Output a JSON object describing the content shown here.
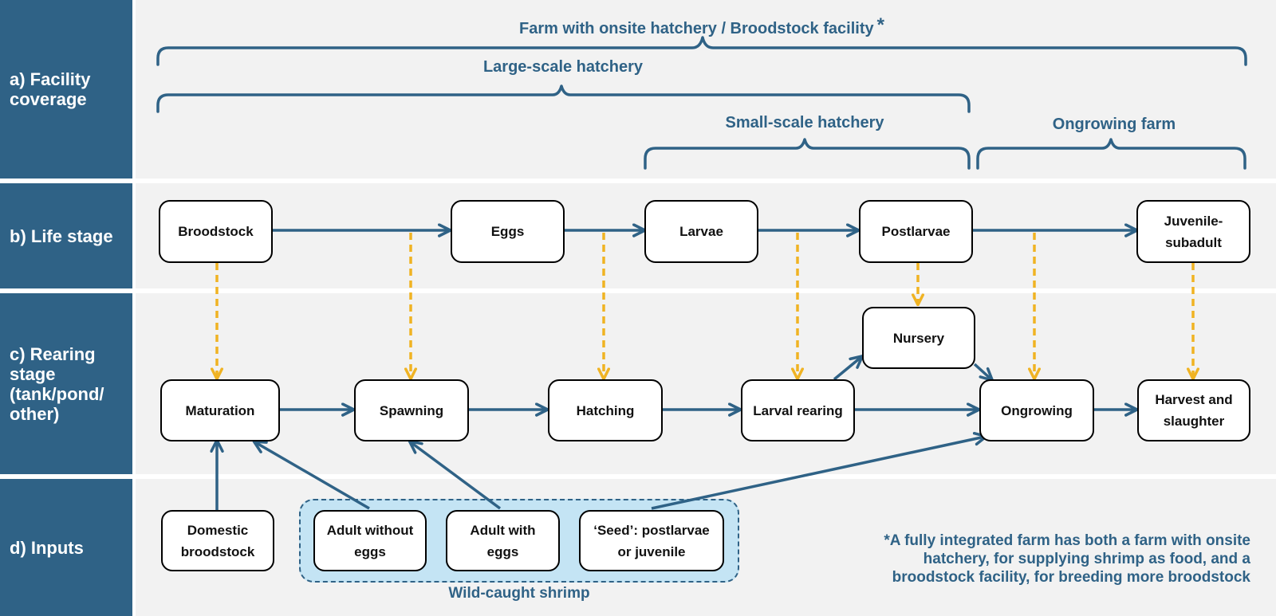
{
  "rows": {
    "facility_coverage": "a) Facility\ncoverage",
    "life_stage": "b) Life stage",
    "rearing_stage": "c) Rearing\nstage\n(tank/pond/\nother)",
    "inputs": "d) Inputs"
  },
  "coverage": {
    "farm_broodstock": "Farm with onsite hatchery / Broodstock facility",
    "farm_broodstock_asterisk": "*",
    "large_scale": "Large-scale hatchery",
    "small_scale": "Small-scale hatchery",
    "ongrowing_farm": "Ongrowing farm"
  },
  "life_stages": {
    "broodstock": "Broodstock",
    "eggs": "Eggs",
    "larvae": "Larvae",
    "postlarvae": "Postlarvae",
    "juvenile_subadult": "Juvenile-\nsubadult"
  },
  "rearing_stages": {
    "maturation": "Maturation",
    "spawning": "Spawning",
    "hatching": "Hatching",
    "larval_rearing": "Larval rearing",
    "nursery": "Nursery",
    "ongrowing": "Ongrowing",
    "harvest": "Harvest and\nslaughter"
  },
  "inputs": {
    "domestic_broodstock": "Domestic\nbroodstock",
    "adult_without_eggs": "Adult without\neggs",
    "adult_with_eggs": "Adult with\neggs",
    "seed": "‘Seed’: postlarvae\nor juvenile",
    "wild_caught_label": "Wild-caught shrimp"
  },
  "footnote": "*A fully integrated farm has both a farm with onsite hatchery, for supplying shrimp as food, and a broodstock facility, for breeding more broodstock",
  "colors": {
    "primary": "#2f6286",
    "dashed_arrow": "#f0b323",
    "row_background": "#f2f2f2",
    "wild_box": "#c4e4f4"
  }
}
